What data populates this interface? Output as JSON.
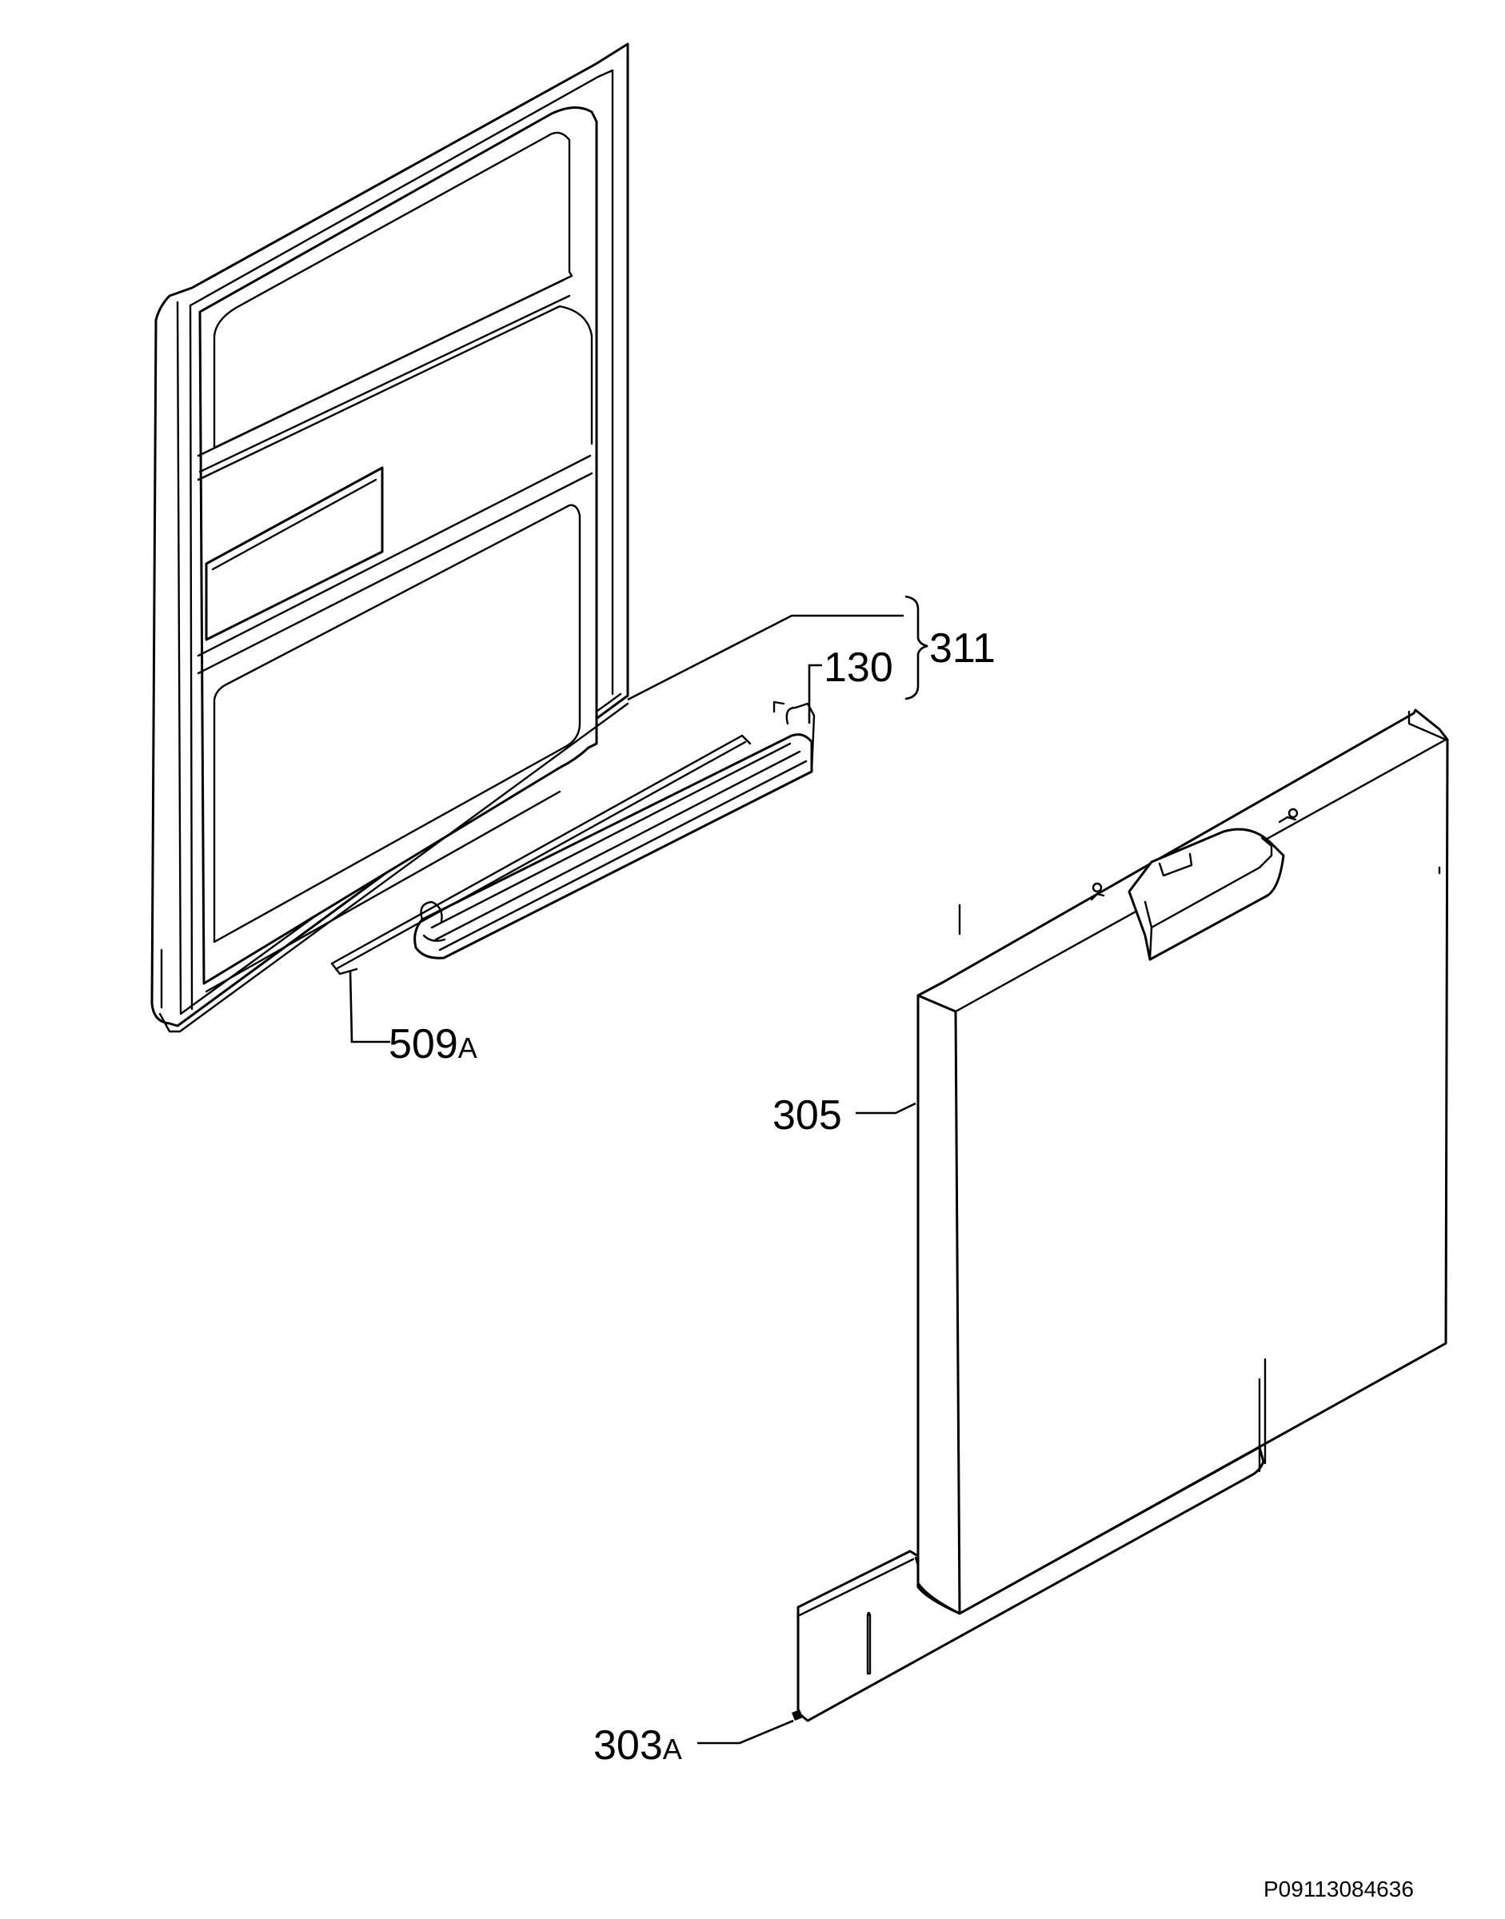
{
  "diagram": {
    "drawing_code": "P09113084636",
    "callouts": [
      {
        "id": "311",
        "number": "311",
        "suffix": ""
      },
      {
        "id": "130",
        "number": "130",
        "suffix": ""
      },
      {
        "id": "509",
        "number": "509",
        "suffix": "A"
      },
      {
        "id": "305",
        "number": "305",
        "suffix": ""
      },
      {
        "id": "303",
        "number": "303",
        "suffix": "A"
      }
    ]
  }
}
